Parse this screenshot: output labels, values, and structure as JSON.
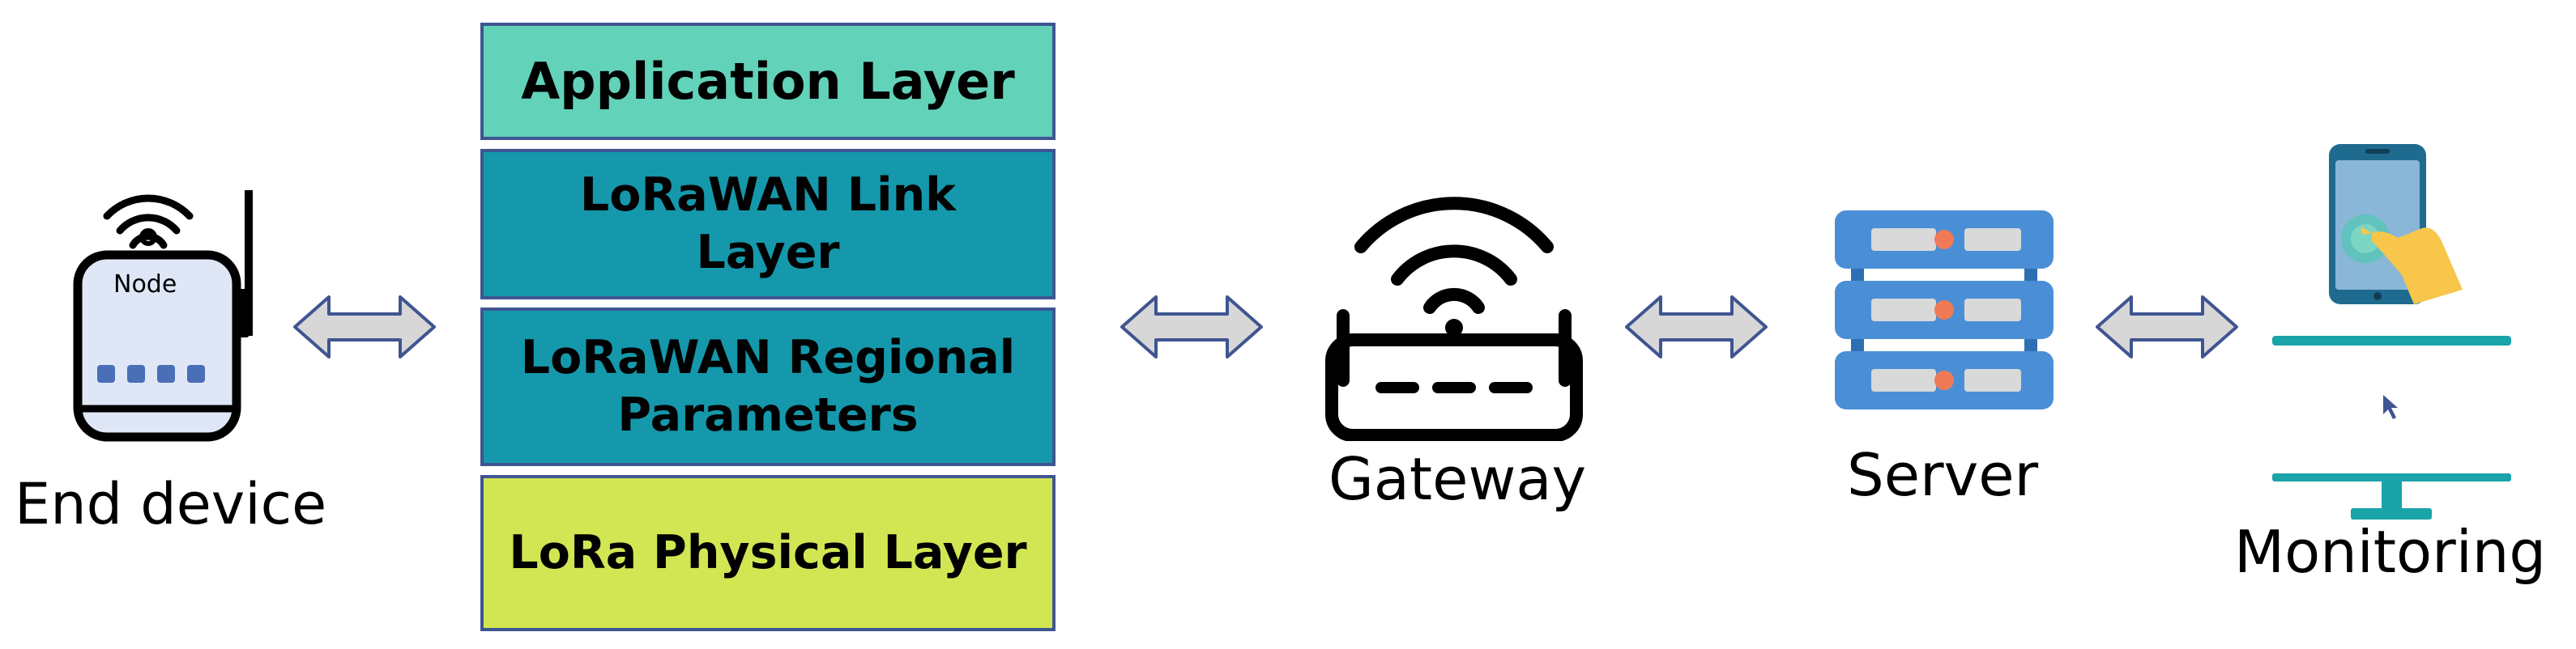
{
  "end_device": {
    "node_label": "Node",
    "caption": "End device",
    "icons": [
      "wifi-signal-icon",
      "node-device-icon",
      "antenna-icon"
    ]
  },
  "protocol_stack": {
    "layers": [
      {
        "label": "Application Layer",
        "color": "#62d2b9"
      },
      {
        "label": "LoRaWAN Link Layer",
        "color": "#1598ab"
      },
      {
        "label": "LoRaWAN Regional Parameters",
        "color": "#1598ab"
      },
      {
        "label": "LoRa Physical Layer",
        "color": "#d2e653"
      }
    ],
    "border_color": "#3f5592"
  },
  "gateway": {
    "caption": "Gateway",
    "icon": "router-icon"
  },
  "server": {
    "caption": "Server",
    "icon": "server-rack-icon",
    "colors": {
      "body": "#4a8fd6",
      "slot": "#d9d9d9",
      "led": "#f07a55"
    }
  },
  "monitoring": {
    "caption": "Monitoring",
    "icon": "phone-touch-monitor-icon",
    "colors": {
      "monitor": "#1aa3a8",
      "phone": "#1f6b8f",
      "hand": "#f7c64a"
    }
  },
  "connectors": {
    "icon": "bidirectional-arrow-icon",
    "fill": "#d7d7d7",
    "stroke": "#3f5592"
  }
}
